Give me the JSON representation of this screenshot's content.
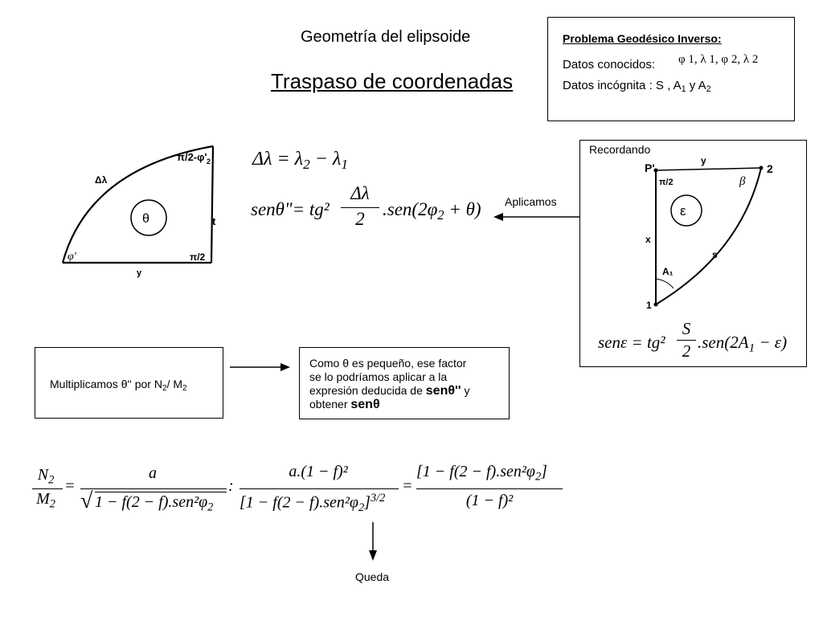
{
  "header": {
    "subtitle": "Geometría del elipsoide",
    "title": "Traspaso de coordenadas"
  },
  "problem_box": {
    "heading": "Problema Geodésico Inverso:",
    "known_label": "Datos conocidos:",
    "known_values": "φ 1, λ 1, φ 2, λ 2",
    "unknown_label": "Datos incógnita : S , A",
    "unknown_sub1": "1",
    "unknown_mid": " y A",
    "unknown_sub2": "2"
  },
  "quadrant_figure": {
    "arc_label": "Δλ",
    "top_label": "π/2-φ'",
    "top_sub": "2",
    "center_label": "θ",
    "right_label": "t",
    "corner_label": "π/2",
    "phi_label": "φ'",
    "bottom_label": "y"
  },
  "equations": {
    "delta_lambda": "Δλ = λ2 − λ1",
    "sen_theta": "senθ\" = tg² (Δλ/2) .sen(2φ2 + θ)"
  },
  "aplicamos": "Aplicamos",
  "recordando_box": {
    "title": "Recordando",
    "p_label": "P'",
    "y_label": "y",
    "pt2_label": "2",
    "pi2_label": "π/2",
    "beta_label": "β",
    "eps_label": "ε",
    "x_label": "x",
    "s_label": "s",
    "a1_label": "A₁",
    "pt1_label": "1",
    "formula": "senε = tg² (S/2) .sen(2A1 − ε)"
  },
  "multiplicamos_box": {
    "text": "Multiplicamos θ'' por N",
    "sub1": "2",
    "mid": "/ M",
    "sub2": "2"
  },
  "como_box": {
    "line1": "Como θ es pequeño, ese factor",
    "line2": "se lo podríamos aplicar a la",
    "line3_a": "expresión deducida de ",
    "line3_b": "senθ''",
    "line3_c": " y",
    "line4_a": "obtener ",
    "line4_b": "senθ"
  },
  "big_formula": "N2/M2 = a / √(1 − f(2−f).sen²φ2) : a.(1−f)² / [1 − f(2−f).sen²φ2]^(3/2) = [1 − f(2−f).sen²φ2] / (1−f)²",
  "queda": "Queda"
}
